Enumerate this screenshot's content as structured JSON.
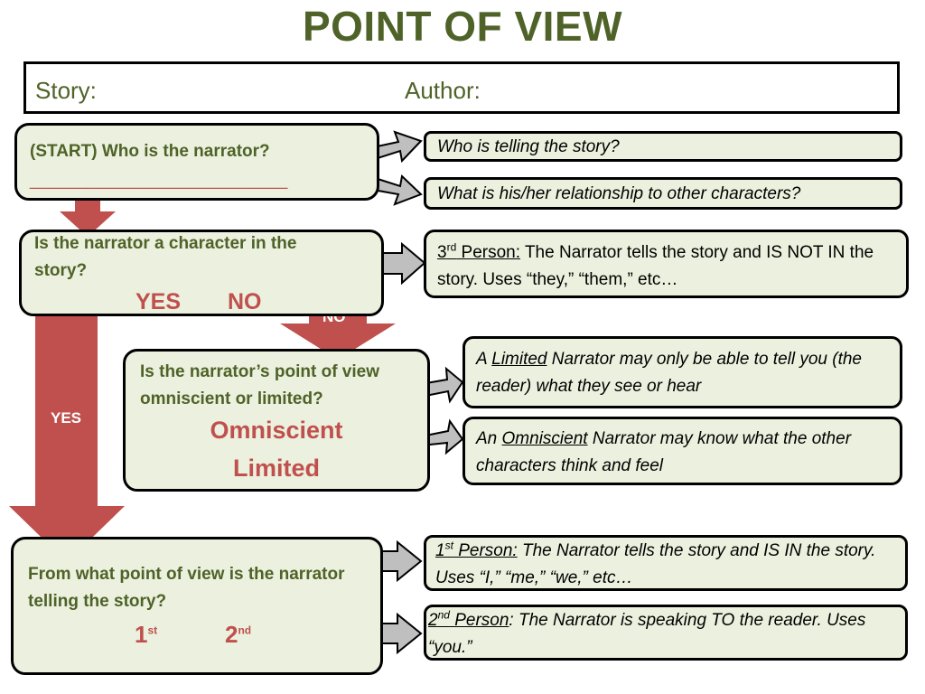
{
  "title": "POINT OF VIEW",
  "header": {
    "story_label": "Story:",
    "author_label": "Author:"
  },
  "start": {
    "question": "(START) Who is the narrator?",
    "blank": "___________________________"
  },
  "who_telling": "Who is telling the story?",
  "relationship": "What is his/her relationship to other characters?",
  "character_q": {
    "question": "Is the narrator a character in the story?",
    "yes": "YES",
    "no": "NO"
  },
  "third_person": {
    "label_prefix": "3",
    "label_sup": "rd",
    "label_rest": " Person:",
    "text": " The Narrator tells the story and IS NOT IN the story.  Uses “they,” “them,” etc…"
  },
  "no_arrow_label": "NO",
  "yes_arrow_label": "YES",
  "omni_q": {
    "question": "Is the narrator’s point of view omniscient or limited?",
    "option1": "Omniscient",
    "option2": "Limited"
  },
  "limited_info": {
    "prefix": "A ",
    "keyword": "Limited",
    "text": " Narrator may only be able to tell you (the reader) what they see or hear"
  },
  "omniscient_info": {
    "prefix": "An ",
    "keyword": "Omniscient",
    "text": " Narrator may know what the other characters think and feel"
  },
  "pov_q": {
    "question": "From what point of view is the narrator telling the story?",
    "opt1": "1",
    "opt1_sup": "st",
    "opt2": "2",
    "opt2_sup": "nd"
  },
  "first_person": {
    "label_prefix": "1",
    "label_sup": "st",
    "label_rest": " Person:",
    "text": " The Narrator tells the story and IS IN the story.  Uses “I,” “me,” “we,” etc…"
  },
  "second_person": {
    "label_prefix": "2",
    "label_sup": "nd",
    "label_rest": " Person",
    "text": ": The Narrator is speaking TO the reader. Uses “you.”"
  },
  "colors": {
    "title_green": "#4f6228",
    "box_fill": "#ebf1de",
    "red_arrow": "#c0504d",
    "gray_arrow": "#bfbfbf",
    "option_red": "#c0504d"
  }
}
